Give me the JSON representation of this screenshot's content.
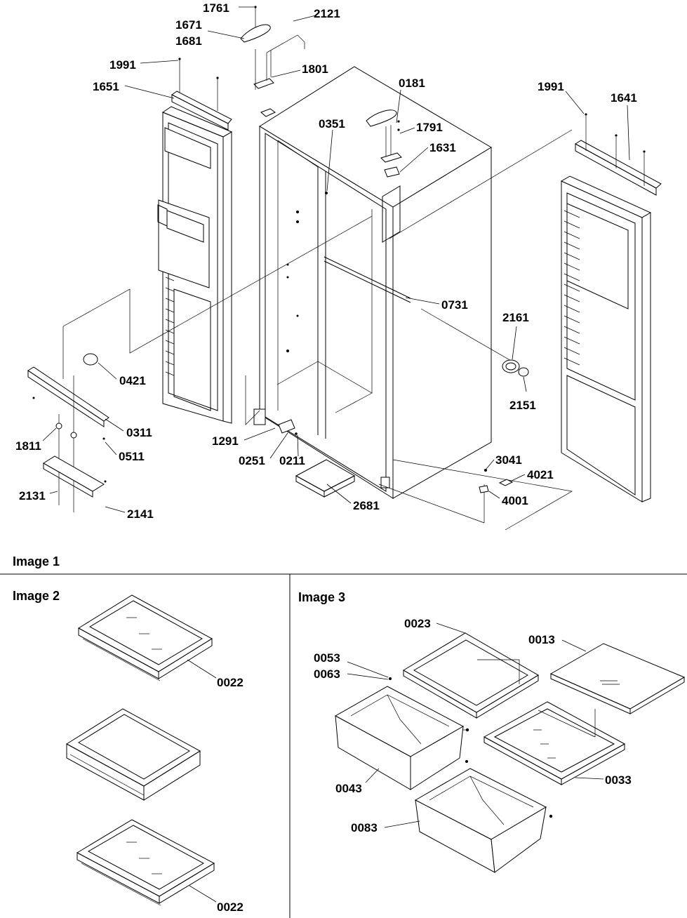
{
  "sections": {
    "image1": "Image 1",
    "image2": "Image 2",
    "image3": "Image 3"
  },
  "image1_labels": {
    "p1761": "1761",
    "p2121": "2121",
    "p1671": "1671",
    "p1681": "1681",
    "p1991a": "1991",
    "p1801": "1801",
    "p1651": "1651",
    "p0181": "0181",
    "p1991b": "1991",
    "p1641": "1641",
    "p0351": "0351",
    "p1791": "1791",
    "p1631": "1631",
    "p0731": "0731",
    "p2161": "2161",
    "p0421": "0421",
    "p2151": "2151",
    "p0311": "0311",
    "p1811": "1811",
    "p0511": "0511",
    "p1291": "1291",
    "p0251": "0251",
    "p0211": "0211",
    "p3041": "3041",
    "p4021": "4021",
    "p2131": "2131",
    "p4001": "4001",
    "p2681": "2681",
    "p2141": "2141"
  },
  "image2_labels": {
    "p0022a": "0022",
    "p0022b": "0022"
  },
  "image3_labels": {
    "p0023": "0023",
    "p0013": "0013",
    "p0053": "0053",
    "p0063": "0063",
    "p0043": "0043",
    "p0033": "0033",
    "p0083": "0083"
  }
}
